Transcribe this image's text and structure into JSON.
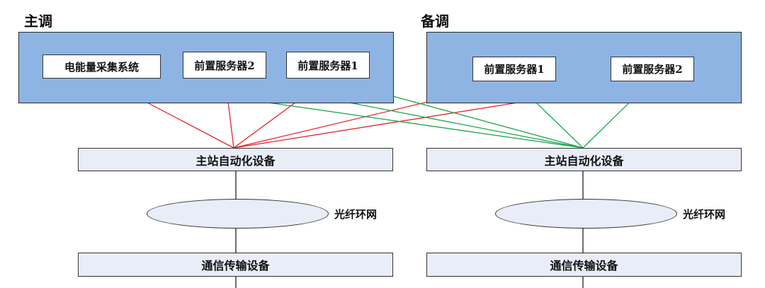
{
  "main_site": {
    "label": "主调",
    "servers": [
      "电能量采集系统",
      "前置服务器2",
      "前置服务器1"
    ],
    "automation": "主站自动化设备",
    "ring": "光纤环网",
    "transmission": "通信传输设备"
  },
  "backup_site": {
    "label": "备调",
    "servers": [
      "前置服务器1",
      "前置服务器2"
    ],
    "automation": "主站自动化设备",
    "ring": "光纤环网",
    "transmission": "通信传输设备"
  },
  "colors": {
    "panel": "#8eb4e3",
    "red_link": "#e3262b",
    "green_link": "#1aa64a",
    "bar_fill": "#e8edf7"
  }
}
